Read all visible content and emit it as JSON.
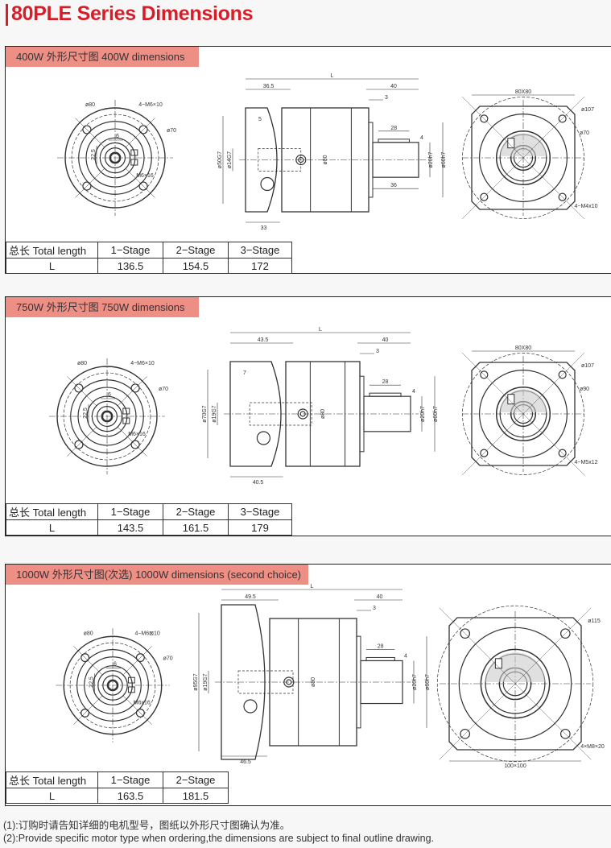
{
  "page": {
    "title": "80PLE Series Dimensions",
    "accent_color": "#d71e28",
    "band_color": "#ee8f86"
  },
  "sections": [
    {
      "header": "400W 外形尺寸图 400W dimensions",
      "front": {
        "d_outer": "ø80",
        "holes": "4−M6×10",
        "pcd": "ø70",
        "key": "6",
        "height": "22.5",
        "screw": "M6×16"
      },
      "side": {
        "L": "L",
        "adapter": "36.5",
        "shaft_len": "40",
        "step": "3",
        "depth": "5",
        "pilot": "ø50G7",
        "bore": "ø14G7",
        "body": "ø80",
        "key_len": "28",
        "key_off": "4",
        "shaft": "ø20h7",
        "spigot": "ø60h7",
        "shaft_body": "36",
        "bottom": "33"
      },
      "end": {
        "square": "80X80",
        "outer": "ø107",
        "pcd": "ø70",
        "holes": "4−M4x10"
      },
      "table": {
        "header": [
          "总长 Total length",
          "1−Stage",
          "2−Stage",
          "3−Stage"
        ],
        "row": [
          "L",
          "136.5",
          "154.5",
          "172"
        ]
      }
    },
    {
      "header": "750W 外形尺寸图 750W dimensions",
      "front": {
        "d_outer": "ø80",
        "holes": "4−M6×10",
        "pcd": "ø70",
        "key": "6",
        "height": "22.5",
        "screw": "M6×16"
      },
      "side": {
        "L": "L",
        "adapter": "43.5",
        "shaft_len": "40",
        "step": "3",
        "depth": "7",
        "pilot": "ø70G7",
        "bore": "ø19G7",
        "body": "ø80",
        "key_len": "28",
        "key_off": "4",
        "shaft": "ø20h7",
        "spigot": "ø60h7",
        "bottom": "40.5"
      },
      "end": {
        "square": "80X80",
        "outer": "ø107",
        "pcd": "ø90",
        "holes": "4−M5x12"
      },
      "table": {
        "header": [
          "总长 Total length",
          "1−Stage",
          "2−Stage",
          "3−Stage"
        ],
        "row": [
          "L",
          "143.5",
          "161.5",
          "179"
        ]
      }
    },
    {
      "header": "1000W 外形尺寸图(次选) 1000W dimensions (second choice)",
      "front": {
        "d_outer": "ø80",
        "holes": "4−M6⊠10",
        "pcd": "ø70",
        "key": "6",
        "height": "22.5",
        "screw": "M6x16"
      },
      "side": {
        "L": "L",
        "adapter": "49.5",
        "shaft_len": "40",
        "step": "3",
        "pilot": "ø95G7",
        "bore": "ø19G7",
        "body": "ø80",
        "key_len": "28",
        "key_off": "4",
        "shaft": "ø20h7",
        "spigot": "ø60h7",
        "bottom": "46.5"
      },
      "end": {
        "square": "100×100",
        "outer": "ø115",
        "holes": "4×M8×20"
      },
      "table": {
        "header": [
          "总长 Total length",
          "1−Stage",
          "2−Stage"
        ],
        "row": [
          "L",
          "163.5",
          "181.5"
        ]
      }
    }
  ],
  "notes": [
    "(1):订购时请告知详细的电机型号，图纸以外形尺寸图确认为准。",
    "(2):Provide specific motor type when ordering,the dimensions are subject to final outline drawing."
  ]
}
